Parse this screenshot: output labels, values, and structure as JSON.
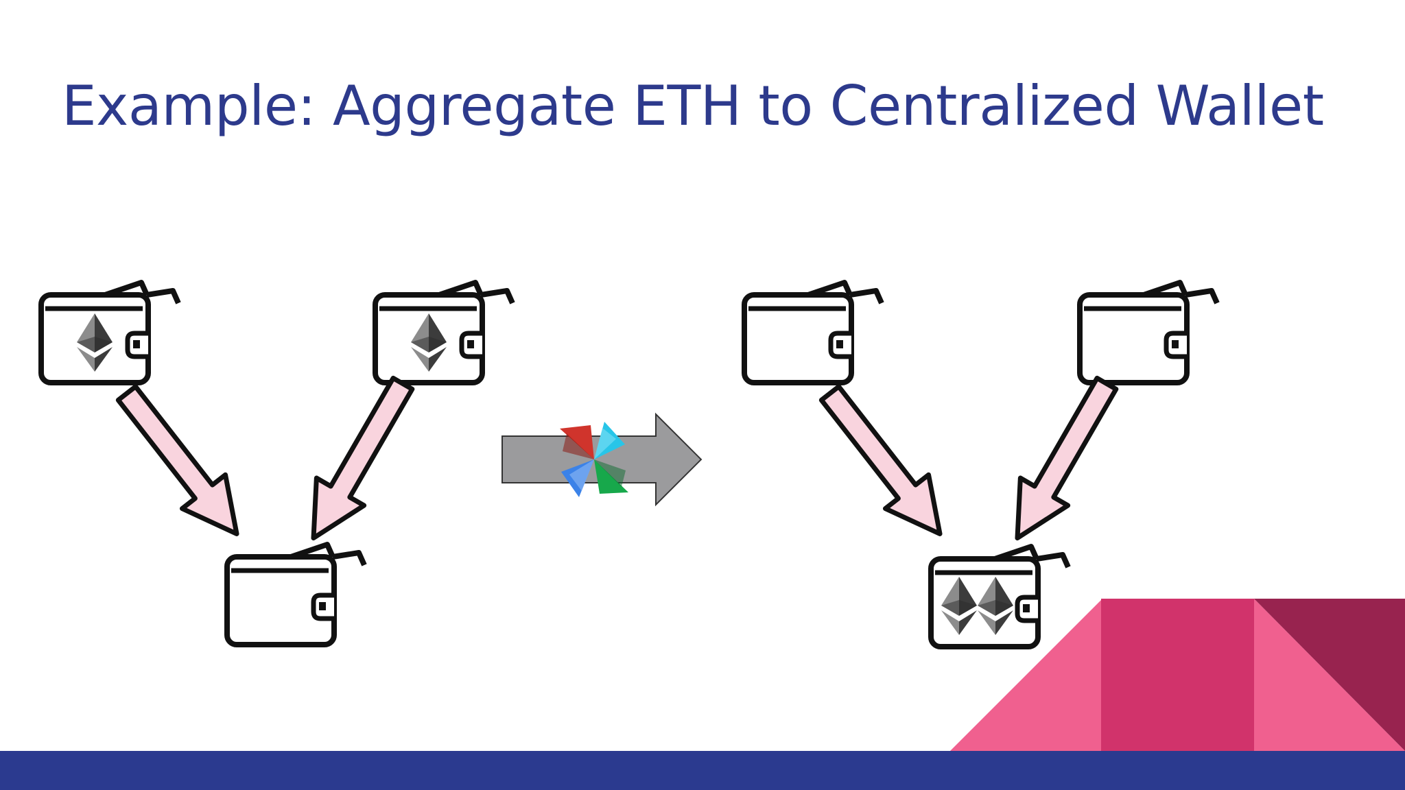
{
  "slide": {
    "title": "Example: Aggregate ETH to Centralized Wallet"
  },
  "diagram": {
    "before": {
      "source_wallets": [
        {
          "eth_count": 1
        },
        {
          "eth_count": 1
        }
      ],
      "destination_wallet": {
        "eth_count": 0
      }
    },
    "after": {
      "source_wallets": [
        {
          "eth_count": 0
        },
        {
          "eth_count": 0
        }
      ],
      "destination_wallet": {
        "eth_count": 2
      }
    },
    "transition_icon": "pinwheel-logo-icon"
  },
  "colors": {
    "title": "#2d3a8c",
    "flow_arrow_fill": "#f9d4de",
    "transition_arrow_fill": "#9b9b9d",
    "footer_band": "#2b3a8f",
    "accent_pink": "#f0608f",
    "accent_magenta": "#d1336b",
    "accent_maroon": "#98234f"
  }
}
